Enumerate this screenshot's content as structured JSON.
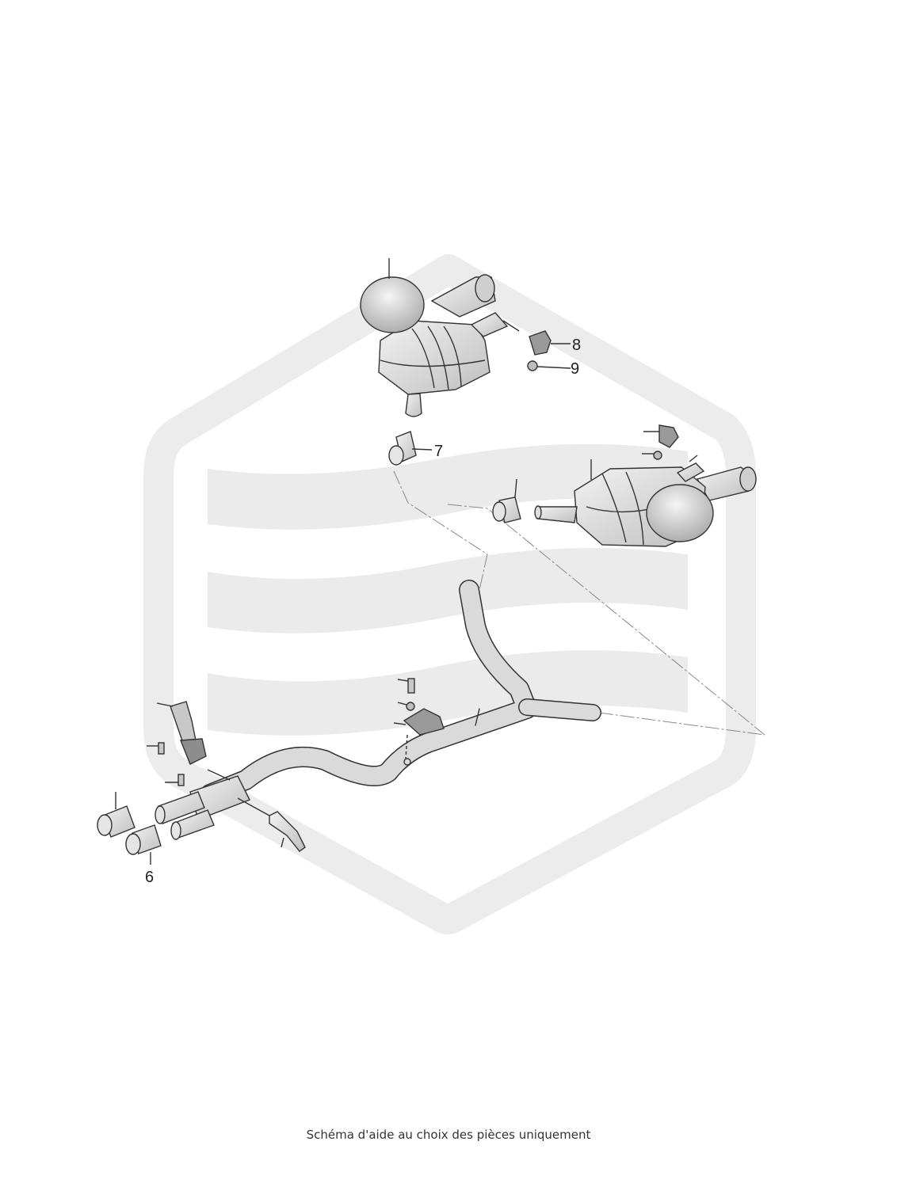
{
  "diagram": {
    "callouts": [
      {
        "id": "8",
        "label": "8"
      },
      {
        "id": "9",
        "label": "9"
      },
      {
        "id": "7",
        "label": "7"
      },
      {
        "id": "6",
        "label": "6"
      }
    ],
    "watermark_color": "#ebebeb",
    "line_color": "#333333",
    "part_fill": "#d9d9d9"
  },
  "footer": {
    "note": "Schéma d'aide au choix des pièces uniquement"
  }
}
